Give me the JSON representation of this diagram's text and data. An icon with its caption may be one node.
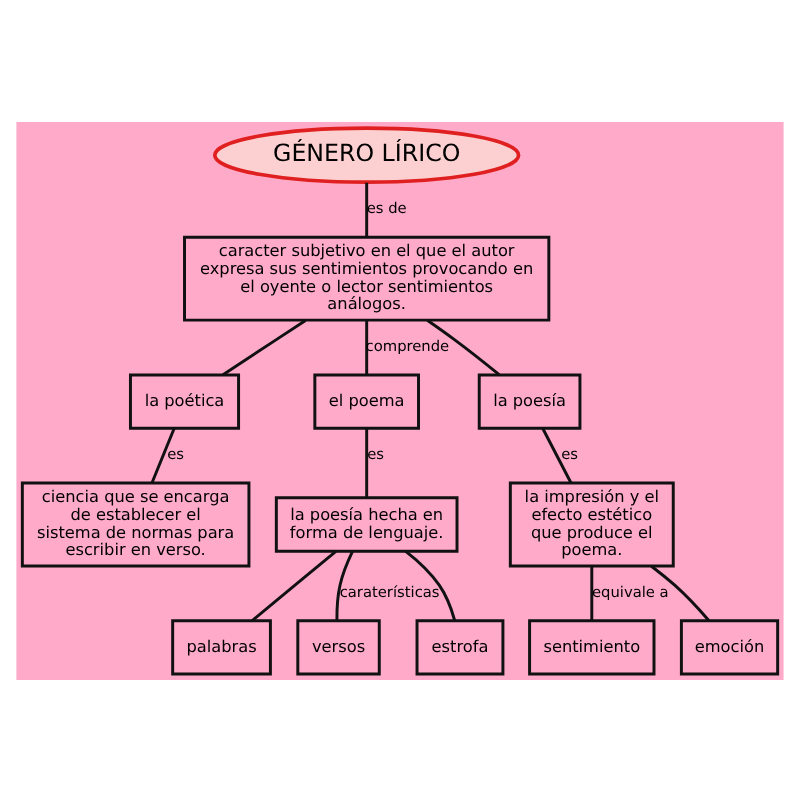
{
  "diagram": {
    "nodes": [
      {
        "text": [
          "GÉNERO LÍRICO"
        ]
      },
      {
        "text": [
          "caracter subjetivo en el que el autor expresa sus sentimientos provocando en el oyente o lector sentimientos análogos."
        ]
      },
      {
        "text": [
          "la poética"
        ]
      },
      {
        "text": [
          "el poema"
        ]
      },
      {
        "text": [
          "la poesía"
        ]
      },
      {
        "text": [
          "ciencia que se encarga de establecer el sistema de normas para escribir en verso."
        ]
      },
      {
        "text": [
          "la poesía hecha en forma de lenguaje."
        ]
      },
      {
        "text": [
          "la impresión y el efecto estético que produce el poema."
        ]
      },
      {
        "text": [
          "palabras"
        ]
      },
      {
        "text": [
          "versos"
        ]
      },
      {
        "text": [
          "estrofa"
        ]
      },
      {
        "text": [
          "sentimiento"
        ]
      },
      {
        "text": [
          "emoción"
        ]
      }
    ],
    "edges": [
      {
        "from": 0,
        "to": 1,
        "arrow": "none",
        "label": "es de"
      },
      {
        "from": 1,
        "to": 2,
        "arrow": "none"
      },
      {
        "from": 1,
        "to": 3,
        "arrow": "none",
        "label": "comprende"
      },
      {
        "from": 1,
        "to": 4,
        "arrow": "none"
      },
      {
        "from": 2,
        "to": 5,
        "arrow": "none",
        "label": "es"
      },
      {
        "from": 3,
        "to": 6,
        "arrow": "none",
        "label": "es"
      },
      {
        "from": 4,
        "to": 7,
        "arrow": "none",
        "label": "es"
      },
      {
        "from": 6,
        "to": 8,
        "arrow": "none"
      },
      {
        "from": 6,
        "to": 9,
        "arrow": "none",
        "label": "caraterísticas"
      },
      {
        "from": 6,
        "to": 10,
        "arrow": "none"
      },
      {
        "from": 7,
        "to": 11,
        "arrow": "none",
        "label": "equivale a"
      },
      {
        "from": 7,
        "to": 12,
        "arrow": "none"
      }
    ]
  }
}
